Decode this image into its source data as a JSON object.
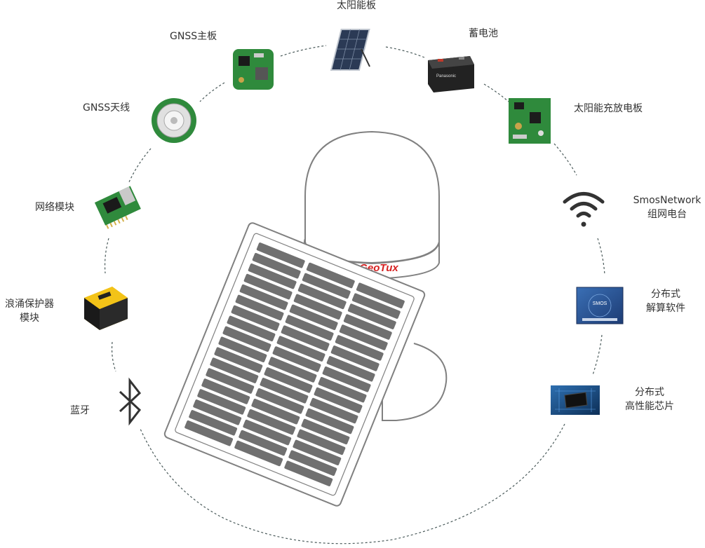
{
  "brand": {
    "logo_text": "GeoTux",
    "accent": "#d62020"
  },
  "components": {
    "solar_panel": {
      "label": "太阳能板"
    },
    "battery": {
      "label": "蓄电池"
    },
    "charge_board": {
      "label": "太阳能充放电板"
    },
    "smos_network": {
      "label_line1": "SmosNetwork",
      "label_line2": "组网电台"
    },
    "software": {
      "label_line1": "分布式",
      "label_line2": "解算软件",
      "screen_text": "SMOS"
    },
    "chip": {
      "label_line1": "分布式",
      "label_line2": "高性能芯片"
    },
    "bluetooth": {
      "label": "蓝牙"
    },
    "surge_protector": {
      "label_line1": "浪涌保护器",
      "label_line2": "模块"
    },
    "network_module": {
      "label": "网络模块"
    },
    "gnss_antenna": {
      "label": "GNSS天线"
    },
    "gnss_board": {
      "label": "GNSS主板"
    }
  },
  "colors": {
    "line": "#4a5a5a",
    "pcb_green": "#2f8a3c",
    "cell_gray": "#707070",
    "outline": "#808080"
  }
}
